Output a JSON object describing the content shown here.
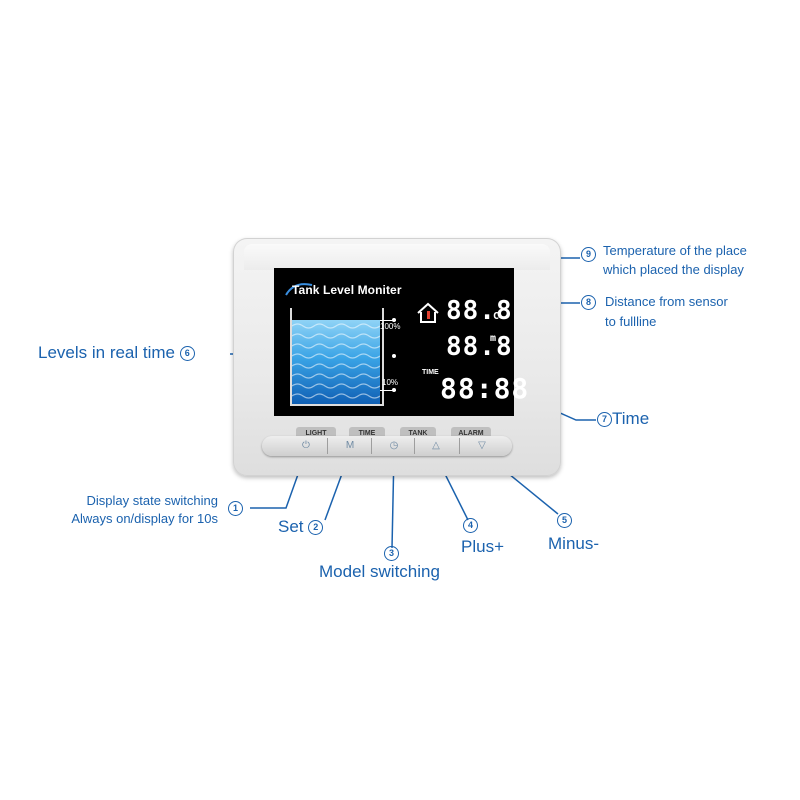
{
  "device": {
    "title": "Tank Level Moniter",
    "level_high": "100%",
    "level_low": "10%",
    "temperature_readout": "88.8",
    "temperature_unit": "C",
    "distance_readout": "88.8",
    "distance_unit": "m",
    "time_label": "TIME",
    "time_readout": "88:88",
    "keys": [
      "LIGHT",
      "TIME",
      "TANK",
      "ALARM"
    ],
    "buttons": [
      "⏻",
      "M",
      "◷",
      "△",
      "▽"
    ]
  },
  "annotations": {
    "a1_num": "1",
    "a1_line1": "Display state switching",
    "a1_line2": "Always on/display for 10s",
    "a2_text": "Set",
    "a2_num": "2",
    "a3_num": "3",
    "a3_text": "Model switching",
    "a4_num": "4",
    "a4_text": "Plus+",
    "a5_num": "5",
    "a5_text": "Minus-",
    "a6_text": "Levels in real time",
    "a6_num": "6",
    "a7_num": "7",
    "a7_text": "Time",
    "a8_num": "8",
    "a8_line1": "Distance from sensor",
    "a8_line2": "to fullline",
    "a9_num": "9",
    "a9_line1": "Temperature of the place",
    "a9_line2": "which placed the display"
  },
  "colors": {
    "annotation_blue": "#1b62ae",
    "water_top": "#8fd3f6",
    "water_bottom": "#0f5fb4",
    "screen_bg": "#000000"
  }
}
